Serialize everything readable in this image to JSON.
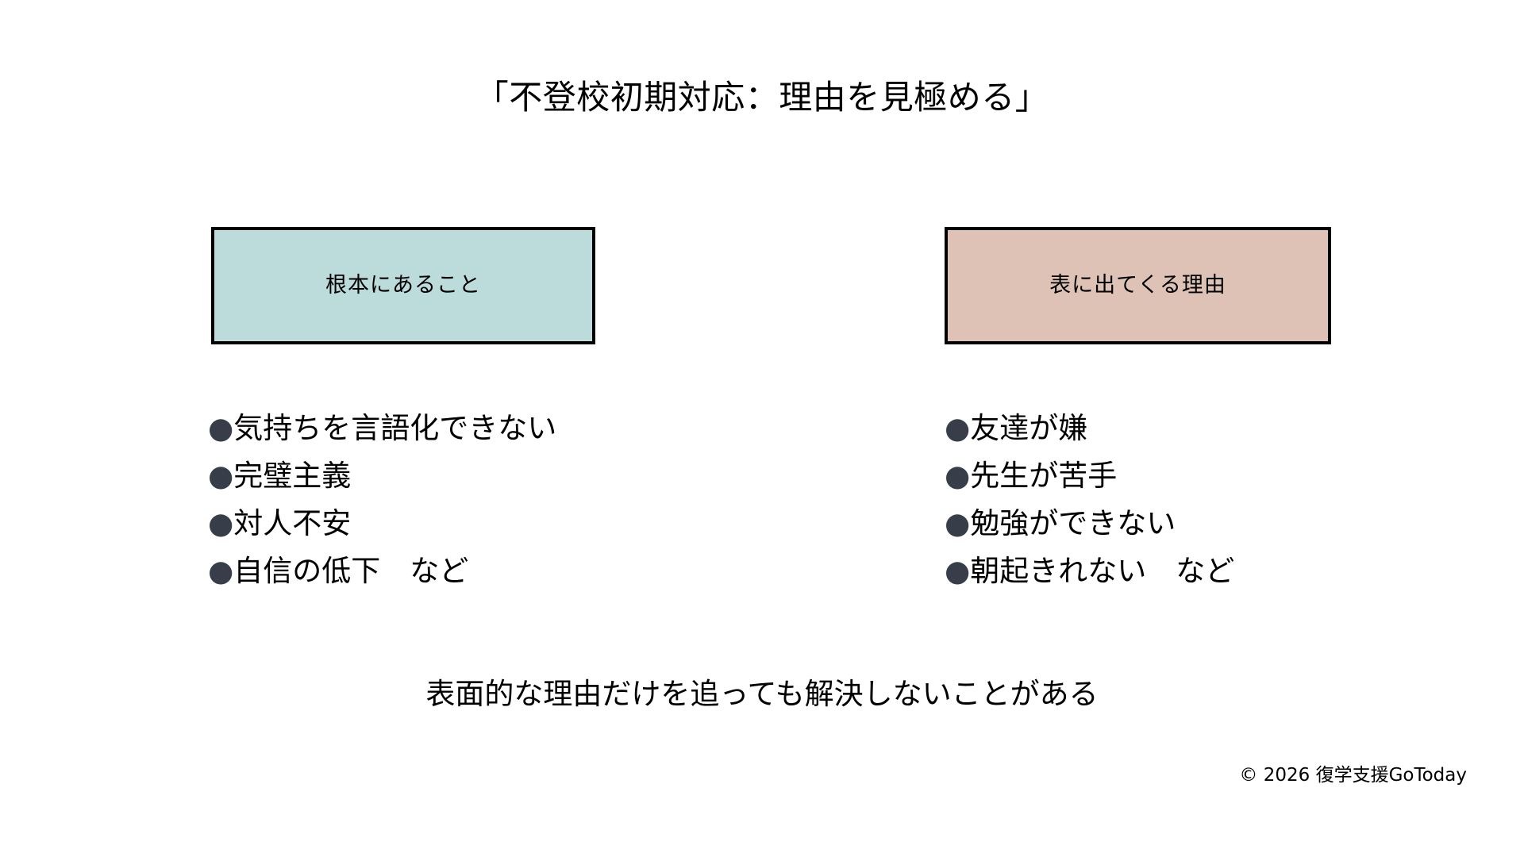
{
  "slide": {
    "background_color": "#FFFFFF",
    "title": "「不登校初期対応：理由を見極める」",
    "caption": "表面的な理由だけを追っても解決しないことがある",
    "footer": "© 2026 復学支援GoToday"
  },
  "columns": [
    {
      "id": "root-causes",
      "header_label": "根本にあること",
      "header_fill": "#BCDCDB",
      "header_border": "#000000",
      "bullet_marker": "●",
      "bullet_color": "#373E4A",
      "items": [
        "気持ちを言語化できない",
        "完璧主義",
        "対人不安",
        "自信の低下　など"
      ]
    },
    {
      "id": "surface-reasons",
      "header_label": "表に出てくる理由",
      "header_fill": "#DDC2B5",
      "header_border": "#000000",
      "bullet_marker": "●",
      "bullet_color": "#373E4A",
      "items": [
        "友達が嫌",
        "先生が苦手",
        "勉強ができない",
        "朝起きれない　など"
      ]
    }
  ]
}
